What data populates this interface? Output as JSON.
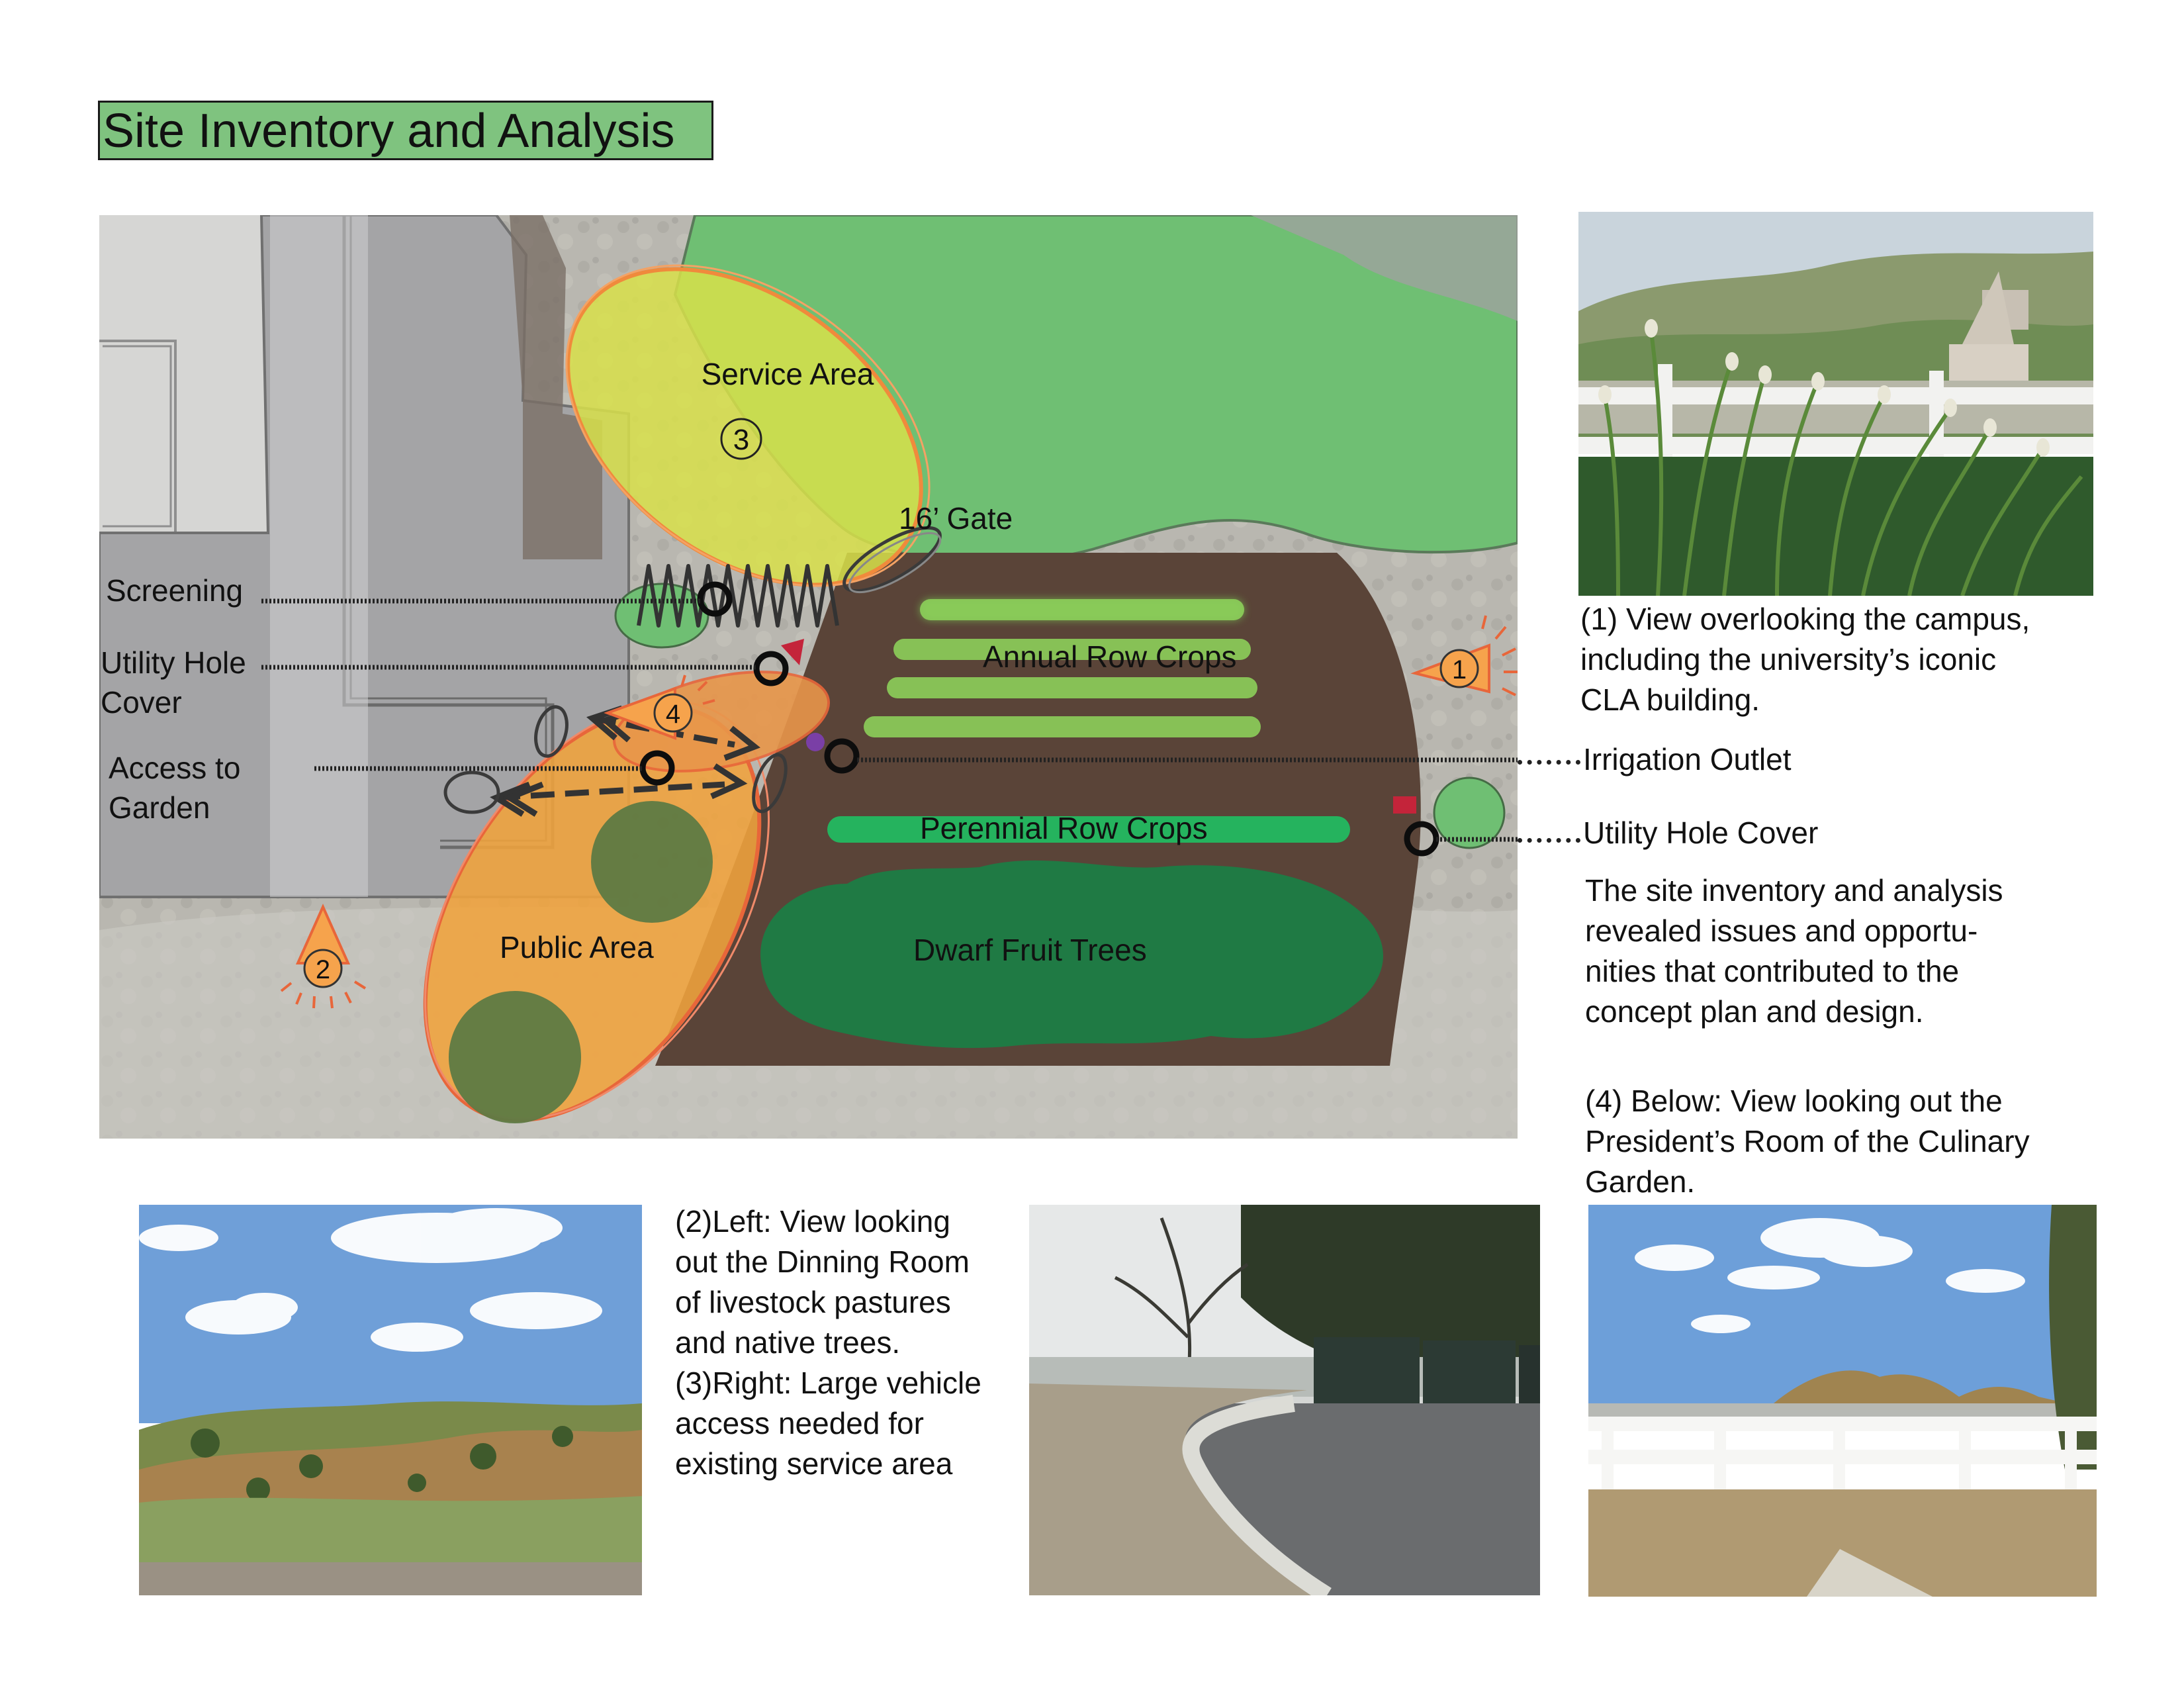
{
  "title": "Site Inventory and Analysis",
  "site_plan": {
    "zones": {
      "service_area": "Service Area",
      "public_area": "Public Area",
      "annual_row_crops": "Annual Row Crops",
      "perennial_row_crops": "Perennial Row Crops",
      "dwarf_fruit_trees": "Dwarf Fruit Trees",
      "gate": "16’ Gate"
    },
    "view_markers": [
      "1",
      "2",
      "3",
      "4"
    ],
    "callouts_left": {
      "screening": "Screening",
      "utility_hole_line1": "Utility Hole",
      "utility_hole_line2": "Cover",
      "access_line1": "Access to",
      "access_line2": "Garden"
    },
    "callouts_right": {
      "irrigation_outlet": "Irrigation Outlet",
      "utility_hole_cover": "Utility Hole Cover"
    }
  },
  "captions": {
    "view1": [
      "(1) View overlooking the campus,",
      "including the university’s iconic",
      "CLA building."
    ],
    "summary": [
      "The site inventory and analysis",
      "revealed issues and opportu-",
      "nities that contributed to the",
      "concept plan and design."
    ],
    "view4": [
      "(4) Below: View looking out the",
      "President’s Room of the Culinary",
      "Garden."
    ],
    "views23": [
      "(2)Left: View looking",
      "out the Dinning Room",
      "of livestock pastures",
      "and native trees.",
      "(3)Right: Large vehicle",
      "access needed for",
      "existing service area"
    ]
  },
  "colors": {
    "title_bg": "#7fc37f",
    "service_area": "#d8e04a",
    "public_area": "#f0a33c",
    "garden_soil": "#5a4438",
    "crop_green": "#8ccf5a",
    "fruit_trees": "#1f7a44",
    "lawn": "#6fbf73",
    "marker_orange": "#f6a34c"
  }
}
